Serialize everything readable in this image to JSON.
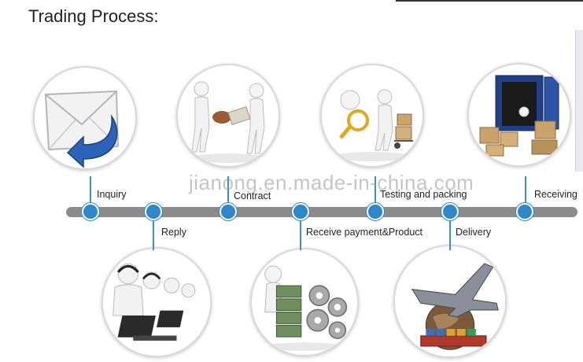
{
  "title": "Trading Process:",
  "watermark": "jianong.en.made-in-china.com",
  "steps": [
    {
      "label": "Inquiry",
      "icon": "envelope-reply-icon"
    },
    {
      "label": "Reply",
      "icon": "call-center-operators-icon"
    },
    {
      "label": "Contract",
      "icon": "contract-signing-figures-icon"
    },
    {
      "label": "Receive payment&Product",
      "icon": "money-and-gears-icon"
    },
    {
      "label": "Testing and packing",
      "icon": "inspection-and-packing-icon"
    },
    {
      "label": "Delivery",
      "icon": "airplane-globe-ship-icon"
    },
    {
      "label": "Receiving",
      "icon": "container-with-boxes-icon"
    }
  ],
  "colors": {
    "node": "#2f86c8",
    "timeline": "#8b8b8e",
    "label": "#222222"
  }
}
